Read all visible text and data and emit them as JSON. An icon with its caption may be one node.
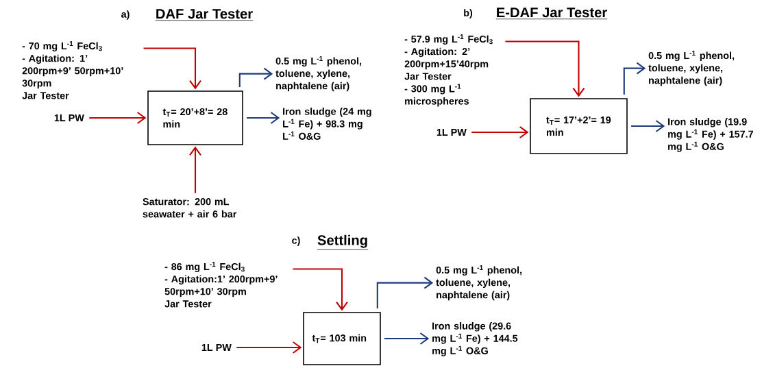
{
  "diagram": {
    "nodes": [
      {
        "text": [
          "- 70 mg L$^{-1}$ FeCl$_{3}$",
          "- Agitation:  1’ 200rpm+9’ 50rpm+10’ 30rpm",
          "Jar Tester"
        ]
      },
      {
        "text": [
          "1L PW"
        ]
      },
      {
        "text": [
          "t$_{T}$= 20’+8’= 28 min"
        ]
      },
      {
        "text": [
          "0.5 mg L$^{-1}$ phenol, toluene, xylene, naphtalene (air)"
        ]
      },
      {
        "text": [
          "Iron sludge (24 mg L$^{-1}$ Fe) + 98.3 mg L$^{-1}$ O&G"
        ]
      },
      {
        "text": [
          "Saturator: 200 mL seawater + air  6 bar"
        ]
      },
      {
        "text": [
          "- 57.9 mg L$^{-1}$ FeCl$_{3}$",
          "- Agitation:  2’ 200rpm+15’40rpm",
          "Jar Tester",
          "- 300 mg L$^{-1}$ microspheres"
        ]
      },
      {
        "text": [
          "1L PW"
        ]
      },
      {
        "text": [
          "t$_{T}$= 17’+2’= 19 min"
        ]
      },
      {
        "text": [
          "0.5 mg L$^{-1}$ phenol, toluene, xylene, naphtalene (air)"
        ]
      },
      {
        "text": [
          "Iron sludge (19.9 mg L$^{-1}$ Fe) + 157.7 mg L$^{-1}$ O&G"
        ]
      },
      {
        "text": [
          "- 86 mg L$^{-1}$ FeCl$_{3}$",
          "- Agitation:1’ 200rpm+9’ 50rpm+10’ 30rpm",
          "Jar Tester"
        ]
      },
      {
        "text": [
          "1L PW"
        ]
      },
      {
        "text": [
          "t$_{T}$= 103 min"
        ]
      },
      {
        "text": [
          "0.5 mg L$^{-1}$ phenol, toluene, xylene, naphtalene (air)"
        ]
      },
      {
        "text": [
          "Iron sludge (29.6 mg L$^{-1}$ Fe) + 144.5 mg L$^{-1}$ O&G"
        ]
      }
    ],
    "edges": [
      {
        "from": 0,
        "to": 2,
        "arrow": "to",
        "color": "#c00000"
      },
      {
        "from": 1,
        "to": 2,
        "arrow": "to",
        "color": "#c00000"
      },
      {
        "from": 5,
        "to": 2,
        "arrow": "to",
        "color": "#c00000"
      },
      {
        "from": 2,
        "to": 3,
        "arrow": "to",
        "color": "#1f3a7a"
      },
      {
        "from": 2,
        "to": 4,
        "arrow": "to",
        "color": "#1f3a7a"
      },
      {
        "from": 6,
        "to": 8,
        "arrow": "to",
        "color": "#c00000"
      },
      {
        "from": 7,
        "to": 8,
        "arrow": "to",
        "color": "#c00000"
      },
      {
        "from": 8,
        "to": 9,
        "arrow": "to",
        "color": "#1f3a7a"
      },
      {
        "from": 8,
        "to": 10,
        "arrow": "to",
        "color": "#1f3a7a"
      },
      {
        "from": 11,
        "to": 13,
        "arrow": "to",
        "color": "#c00000"
      },
      {
        "from": 12,
        "to": 13,
        "arrow": "to",
        "color": "#c00000"
      },
      {
        "from": 13,
        "to": 14,
        "arrow": "to",
        "color": "#1f3a7a"
      },
      {
        "from": 13,
        "to": 15,
        "arrow": "to",
        "color": "#1f3a7a"
      }
    ],
    "labels": [
      "a)",
      "DAF Jar Tester",
      "b)",
      "E-DAF Jar Tester",
      "c)",
      "Settling"
    ]
  }
}
